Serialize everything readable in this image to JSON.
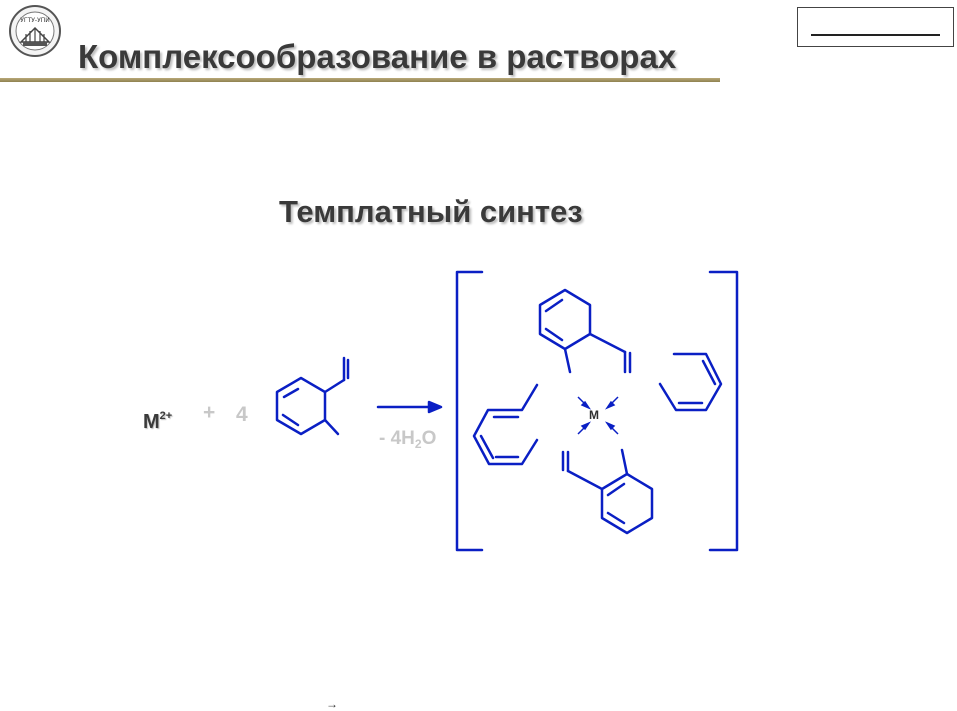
{
  "slide": {
    "title": "Комплексообразование в растворах",
    "subtitle": "Темплатный синтез"
  },
  "reaction": {
    "metal_symbol": "M",
    "metal_charge": "2+",
    "plus_sign": "+",
    "coefficient": "4",
    "byproduct_prefix": "- 4H",
    "byproduct_subscript": "2",
    "byproduct_suffix": "O",
    "complex_center": "M"
  },
  "footer": {
    "arrow_symbol": "→"
  },
  "colors": {
    "structure_blue": "#0a1fc4",
    "title_text": "#3a3a3a",
    "muted_text": "#c8c8c8",
    "rule": "#a39466"
  }
}
